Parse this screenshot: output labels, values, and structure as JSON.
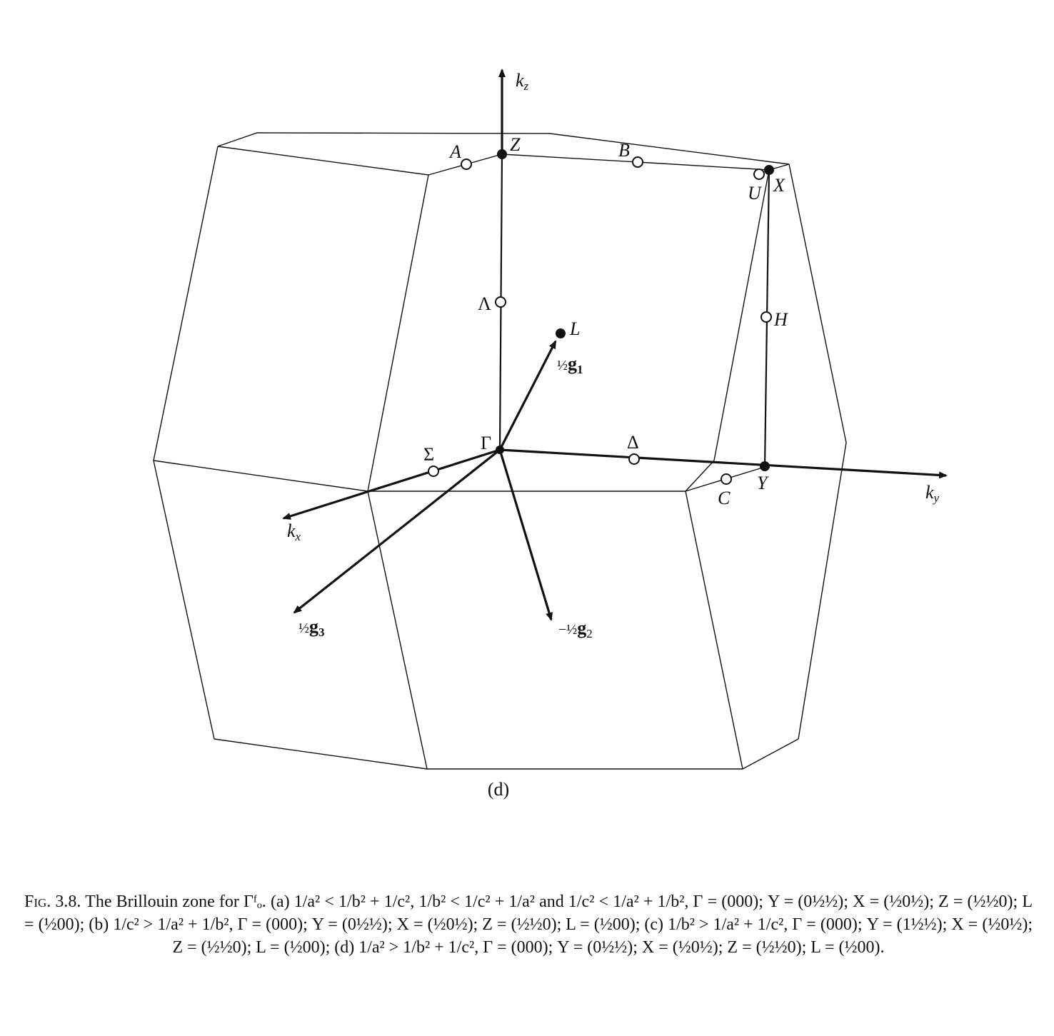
{
  "figure": {
    "panel_label": "(d)",
    "axes": {
      "kz": "k",
      "kz_sub": "z",
      "ky": "k",
      "ky_sub": "y",
      "kx": "k",
      "kx_sub": "x"
    },
    "vectors": {
      "g1": {
        "coef": "½",
        "letter": "g",
        "sub": "1"
      },
      "g3": {
        "coef": "½",
        "letter": "g",
        "sub": "3"
      },
      "g2": {
        "coef": "−½",
        "letter": "g",
        "sub": "2"
      }
    },
    "points": {
      "Gamma": "Γ",
      "Z": "Z",
      "X": "X",
      "Y": "Y",
      "L": "L",
      "A": "A",
      "B": "B",
      "U": "U",
      "H": "H",
      "C": "C",
      "Lambda": "Λ",
      "Sigma": "Σ",
      "Delta": "Δ"
    }
  },
  "caption": {
    "fig_no": "Fig. 3.8.",
    "text": "The Brillouin zone for Γᶠₒ. (a) 1/a² < 1/b² + 1/c², 1/b² < 1/c² + 1/a² and 1/c² < 1/a² + 1/b², Γ = (000); Y = (0½½); X = (½0½); Z = (½½0); L = (½00); (b) 1/c² > 1/a² + 1/b², Γ = (000); Y = (0½½); X = (½0½); Z = (½½0); L = (½00); (c) 1/b² > 1/a² + 1/c², Γ = (000); Y = (1½½); X = (½0½); Z = (½½0); L = (½00); (d) 1/a² > 1/b² + 1/c², Γ = (000); Y = (0½½); X = (½0½); Z = (½½0); L = (½00)."
  }
}
